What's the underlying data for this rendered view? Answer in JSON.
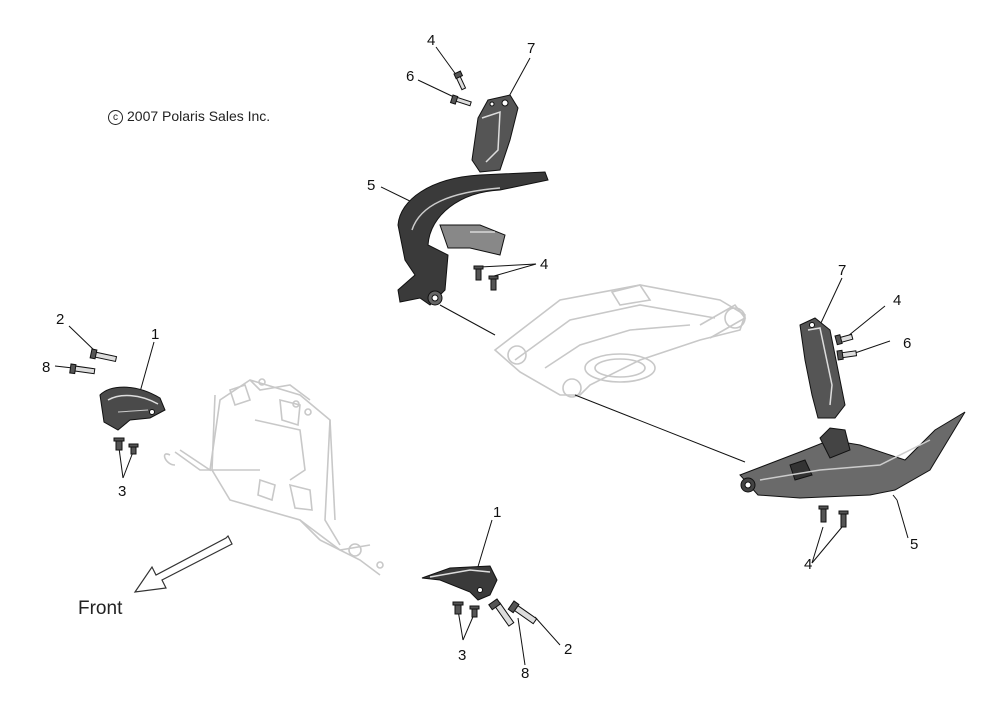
{
  "copyright": {
    "symbol": "c",
    "text": "2007 Polaris Sales Inc."
  },
  "direction": {
    "label": "Front"
  },
  "callouts": {
    "c1": "1",
    "c2": "2",
    "c3": "3",
    "c4": "4",
    "c5": "5",
    "c6": "6",
    "c7": "7",
    "c8": "8"
  },
  "colors": {
    "line": "#111111",
    "ghost": "#c8c8c8",
    "part_dark": "#2a2a2a",
    "part_mid": "#7a7a7a"
  }
}
